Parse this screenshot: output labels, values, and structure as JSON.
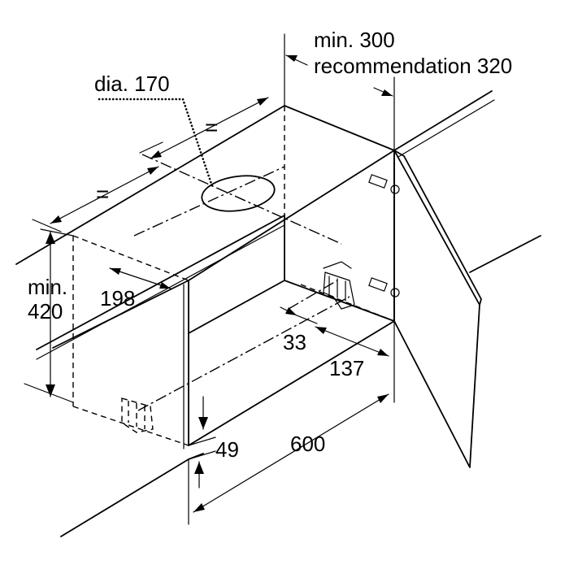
{
  "labels": {
    "min_300": "min. 300",
    "recommendation_320": "recommendation 320",
    "dia_170": "dia. 170",
    "equal_top": "=",
    "equal_left": "=",
    "min_label": "min.",
    "height_420": "420",
    "dim_198": "198",
    "dim_33": "33",
    "dim_137": "137",
    "dim_49": "49",
    "dim_600": "600"
  }
}
